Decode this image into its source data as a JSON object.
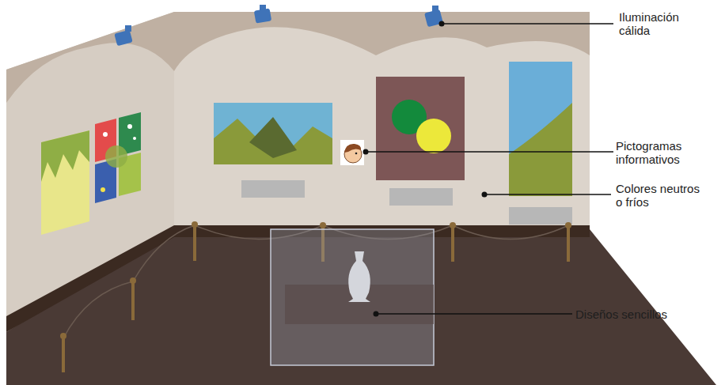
{
  "diagram": {
    "labels": [
      "Iluminación cálida",
      "Pictogramas informativos",
      "Colores neutros o fríos",
      "Diseños sencillos"
    ]
  }
}
